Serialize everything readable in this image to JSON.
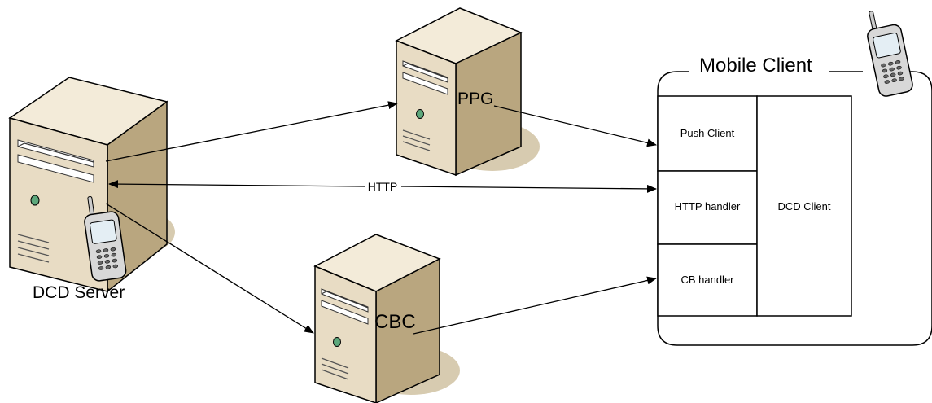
{
  "diagram": {
    "nodes": {
      "dcd_server": {
        "label": "DCD Server"
      },
      "ppg": {
        "label": "PPG"
      },
      "cbc": {
        "label": "CBC"
      },
      "mobile_client": {
        "label": "Mobile Client",
        "components": {
          "push_client": "Push Client",
          "http_handler": "HTTP handler",
          "cb_handler": "CB handler",
          "dcd_client": "DCD Client"
        }
      }
    },
    "edges": {
      "http": {
        "label": "HTTP"
      }
    },
    "colors": {
      "server_front": "#e8dcc4",
      "server_side": "#b9a67f",
      "server_top": "#f3ebd9",
      "shadow": "#d7cbb0",
      "led": "#5da87c",
      "phone_body": "#d8d8d8",
      "phone_screen": "#e4eef4",
      "outline": "#000000"
    },
    "icons": [
      "server-icon",
      "phone-icon"
    ]
  }
}
